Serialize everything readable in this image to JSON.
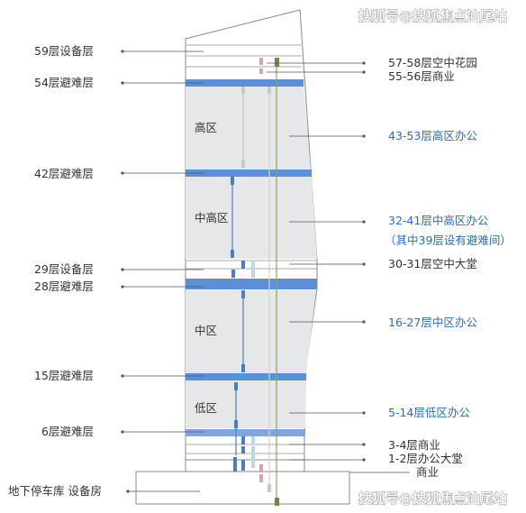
{
  "watermark": "搜狐号@搜狐焦点汕尾站",
  "zones": {
    "high": "高区",
    "mid_high": "中高区",
    "mid": "中区",
    "low": "低区"
  },
  "left_labels": {
    "f59": "59层设备层",
    "f54": "54层避难层",
    "f42": "42层避难层",
    "f29": "29层设备层",
    "f28": "28层避难层",
    "f15": "15层避难层",
    "f6": "6层避难层",
    "basement": "地下停车库 设备房"
  },
  "right_labels": {
    "sky_garden": "57-58层空中花园",
    "commerce_55": "55-56层商业",
    "office_43": "43-53层高区办公",
    "office_32": "32-41层中高区办公",
    "office_32_note": "（其中39层设有避难间）",
    "sky_lobby": "30-31层空中大堂",
    "office_16": "16-27层中区办公",
    "office_5": "5-14层低区办公",
    "commerce_3": "3-4层商业",
    "lobby_1": "1-2层办公大堂",
    "podium": "商业"
  },
  "colors": {
    "refuge_band": "#5b8fd8",
    "zone_fill": "#e6e7e8",
    "highlight_text": "#2f6db5",
    "elevator_blue": "#4a7ebf",
    "elevator_light": "#bcd7e6",
    "elevator_pink": "#d9a3a8",
    "elevator_green": "#6b8e3a",
    "elevator_gray": "#c8c8c8"
  }
}
